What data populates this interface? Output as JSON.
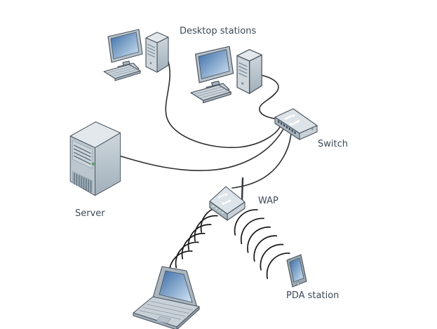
{
  "page": {
    "background": "#ffffff"
  },
  "labels": {
    "desktop_stations": "Desktop stations",
    "switch": "Switch",
    "server": "Server",
    "wap": "WAP",
    "pda_station": "PDA station"
  },
  "devices": [
    {
      "icon": "desktop-computer-icon",
      "instance": "desktop-station-1"
    },
    {
      "icon": "desktop-computer-icon",
      "instance": "desktop-station-2"
    },
    {
      "icon": "server-tower-icon",
      "instance": "server"
    },
    {
      "icon": "ethernet-switch-icon",
      "instance": "switch"
    },
    {
      "icon": "wireless-access-point-icon",
      "instance": "wap"
    },
    {
      "icon": "laptop-icon",
      "instance": "laptop"
    },
    {
      "icon": "pda-handheld-icon",
      "instance": "pda-station"
    }
  ],
  "connections": {
    "wired": [
      [
        "desktop-station-1",
        "switch"
      ],
      [
        "desktop-station-2",
        "switch"
      ],
      [
        "server",
        "switch"
      ],
      [
        "switch",
        "wap"
      ]
    ],
    "wireless": [
      [
        "wap",
        "laptop"
      ],
      [
        "wap",
        "pda-station"
      ]
    ]
  },
  "colors": {
    "background": "#ffffff",
    "outline": "#49535e",
    "body_light": "#e2e8ec",
    "body_mid": "#b7c2cb",
    "body_shade": "#9aa7b1",
    "screen_dark": "#3a6ba6",
    "screen_light": "#d3e6f4",
    "cable": "#2e2e2e",
    "label_text": "#3d4a56",
    "led_green": "#44b04e"
  }
}
